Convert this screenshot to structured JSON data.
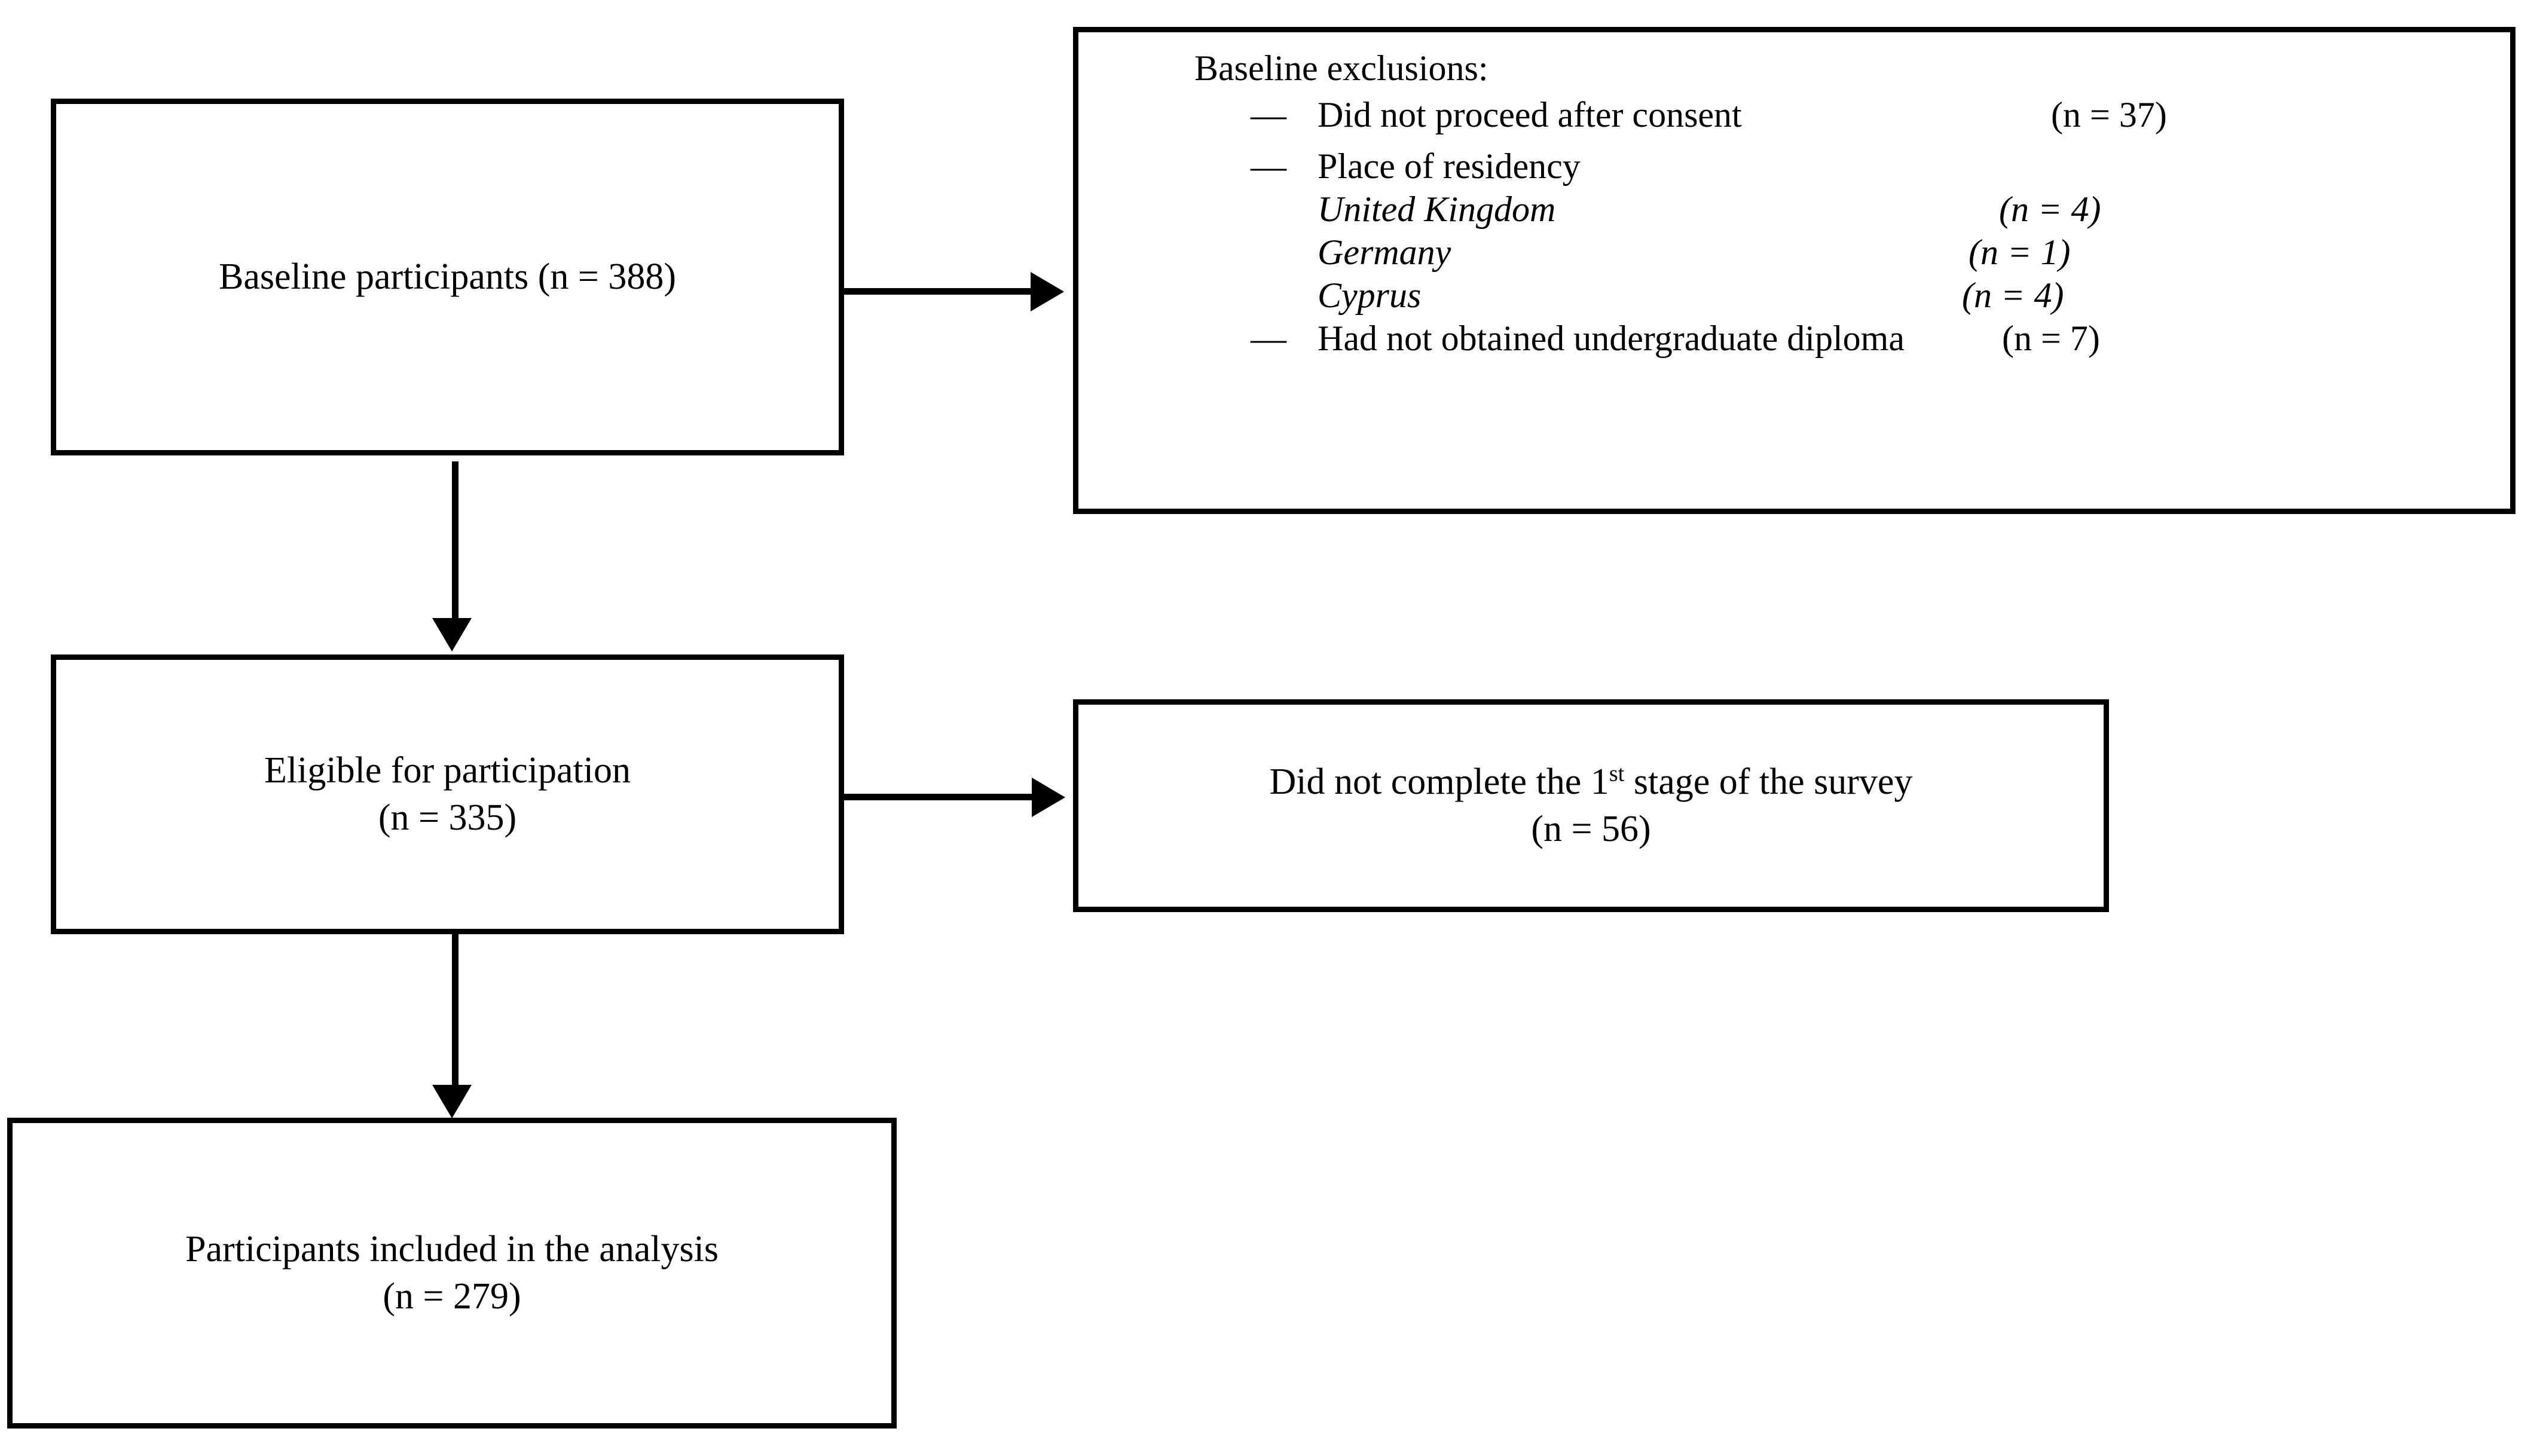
{
  "diagram": {
    "type": "participant-flow-diagram",
    "boxes": {
      "baseline": {
        "line1": "Baseline participants (n = 388)",
        "n": 388
      },
      "eligible": {
        "line1": "Eligible for participation",
        "line2": "(n = 335)",
        "n": 335
      },
      "included": {
        "line1": "Participants included in the analysis",
        "line2": "(n = 279)",
        "n": 279
      },
      "not_complete": {
        "line1_pre": "Did not complete the 1",
        "line1_sup": "st",
        "line1_post": " stage of the survey",
        "line2": "(n = 56)",
        "n": 56
      },
      "exclusions": {
        "title": "Baseline exclusions:",
        "items": [
          {
            "dash": "—",
            "label": "Did not proceed after consent",
            "count": "(n = 37)",
            "n": 37,
            "italic": false
          },
          {
            "dash": "—",
            "label": "Place of residency",
            "count": "",
            "n": null,
            "italic": false
          },
          {
            "dash": "",
            "label": "United Kingdom",
            "count": "(n = 4)",
            "n": 4,
            "italic": true
          },
          {
            "dash": "",
            "label": "Germany",
            "count": "(n = 1)",
            "n": 1,
            "italic": true
          },
          {
            "dash": "",
            "label": "Cyprus",
            "count": "(n = 4)",
            "n": 4,
            "italic": true
          },
          {
            "dash": "—",
            "label": "Had not obtained undergraduate diploma",
            "count": "(n = 7)",
            "n": 7,
            "italic": false
          }
        ]
      }
    },
    "connectors": [
      {
        "name": "baseline-to-exclusions",
        "direction": "right"
      },
      {
        "name": "baseline-to-eligible",
        "direction": "down"
      },
      {
        "name": "eligible-to-not-complete",
        "direction": "right"
      },
      {
        "name": "eligible-to-included",
        "direction": "down"
      }
    ],
    "colors": {
      "stroke": "#000000",
      "background": "#ffffff",
      "text": "#000000"
    }
  }
}
